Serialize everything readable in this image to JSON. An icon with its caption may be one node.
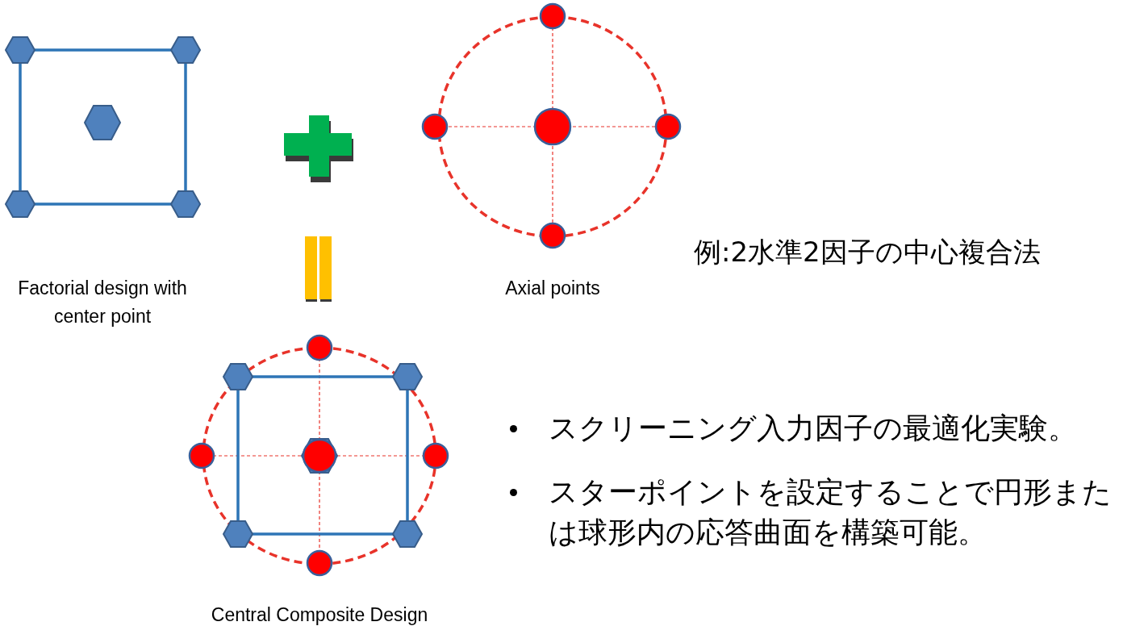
{
  "diagram": {
    "labels": [
      "Factorial design with center point",
      "Axial points",
      "例:2水準2因子の中心複合法",
      "スクリーニング入力因子の最適化実験。",
      "スターポイントを設定することで円形または球形内の応答曲面を構築可能。",
      "Central Composite Design"
    ]
  }
}
